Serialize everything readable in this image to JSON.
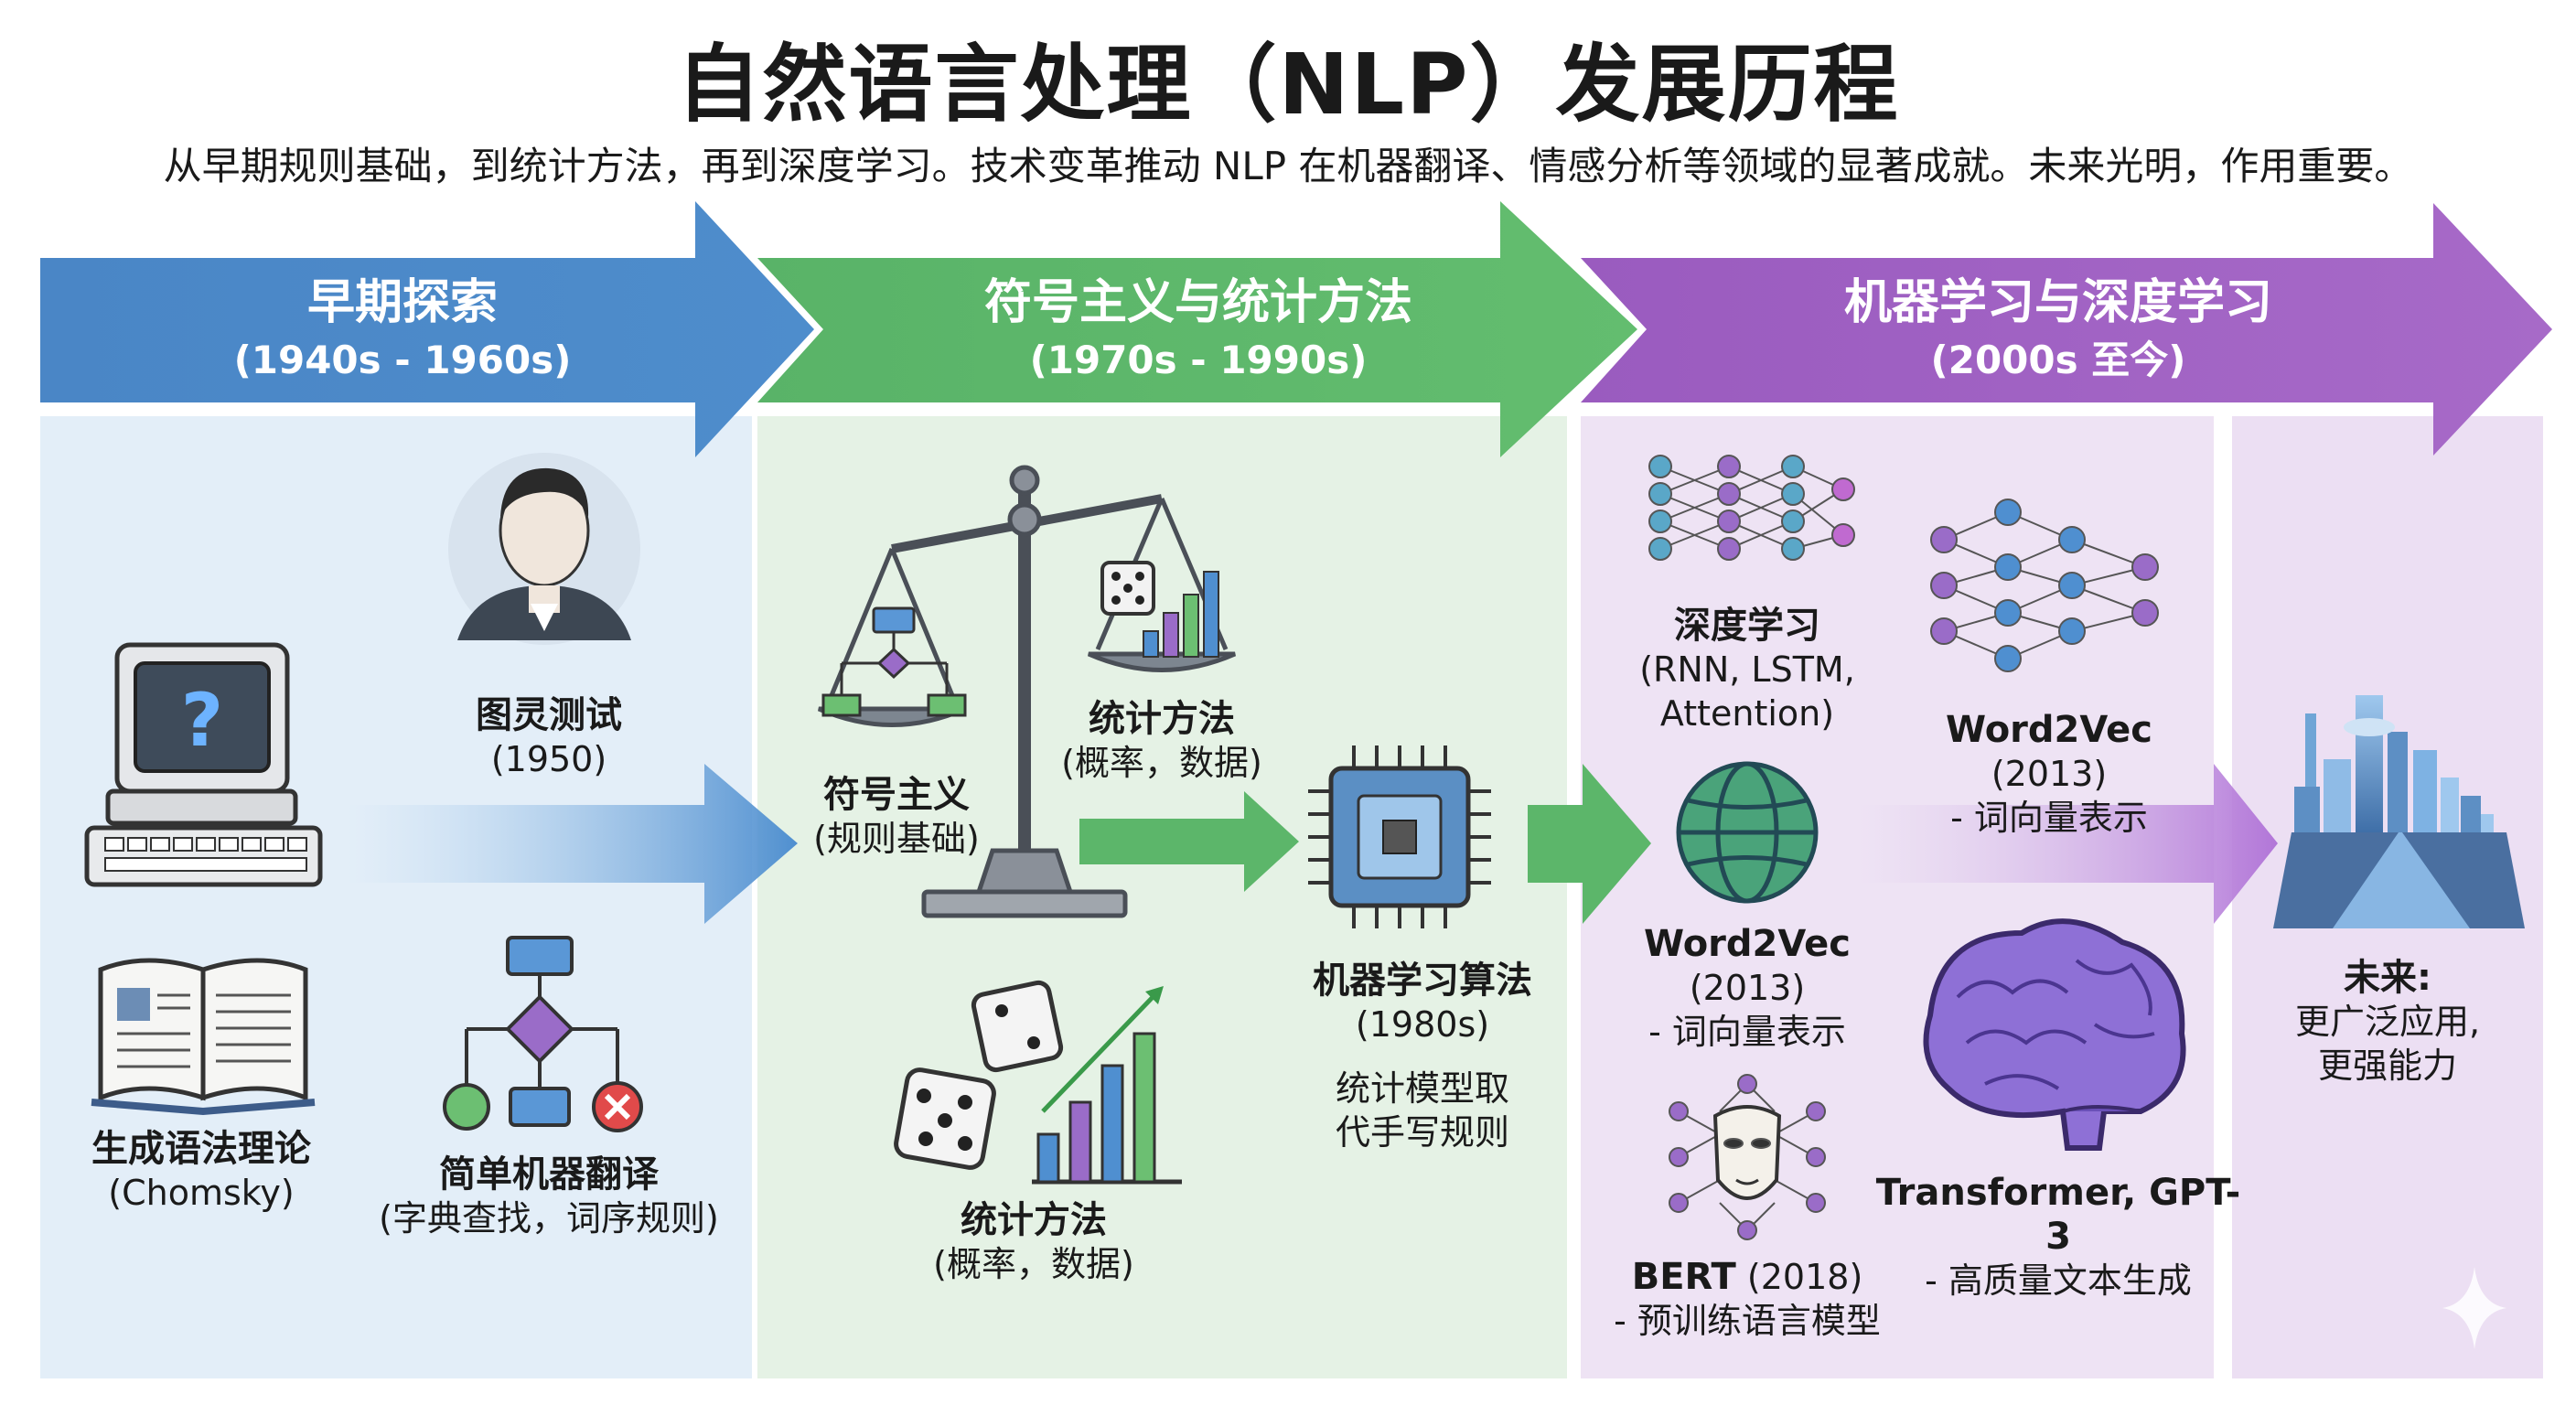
{
  "title": "自然语言处理（NLP）发展历程",
  "subtitle": "从早期规则基础，到统计方法，再到深度学习。技术变革推动 NLP 在机器翻译、情感分析等领域的显著成就。未来光明，作用重要。",
  "colors": {
    "blue": "#4a86c6",
    "green": "#5cb66a",
    "purple": "#9c5fc0",
    "panel_blue": "#e4eef8",
    "panel_green": "#e6f3e6",
    "panel_purple": "#efe4f5"
  },
  "stages": [
    {
      "title": "早期探索",
      "years": "(1940s - 1960s)"
    },
    {
      "title": "符号主义与统计方法",
      "years": "(1970s - 1990s)"
    },
    {
      "title": "机器学习与深度学习",
      "years": "(2000s 至今)"
    }
  ],
  "early": {
    "turing": {
      "name": "图灵测试",
      "year": "(1950)"
    },
    "computer_mark": "?",
    "grammar": {
      "name": "生成语法理论",
      "note": "(Chomsky)"
    },
    "mt": {
      "name": "简单机器翻译",
      "note": "(字典查找，词序规则)"
    }
  },
  "symbolic": {
    "symbolism": {
      "name": "符号主义",
      "note": "(规则基础)"
    },
    "statistics_upper": {
      "name": "统计方法",
      "note": "(概率，数据)"
    },
    "statistics_lower": {
      "name": "统计方法",
      "note": "(概率，数据)"
    },
    "ml_algo": {
      "name": "机器学习算法",
      "year": "(1980s)",
      "desc_line1": "统计模型取",
      "desc_line2": "代手写规则"
    }
  },
  "deep": {
    "dl": {
      "name": "深度学习",
      "line2": "(RNN, LSTM,",
      "line3": "Attention)"
    },
    "w2v_left": {
      "name": "Word2Vec",
      "year": "(2013)",
      "desc": "- 词向量表示"
    },
    "bert": {
      "name": "BERT",
      "year": " (2018)",
      "desc": "- 预训练语言模型"
    },
    "w2v_right": {
      "name": "Word2Vec",
      "year": " (2013)",
      "desc": "- 词向量表示"
    },
    "transformer": {
      "name": "Transformer, GPT-3",
      "desc": "- 高质量文本生成"
    }
  },
  "future": {
    "name": "未来:",
    "line2": "更广泛应用,",
    "line3": "更强能力"
  }
}
